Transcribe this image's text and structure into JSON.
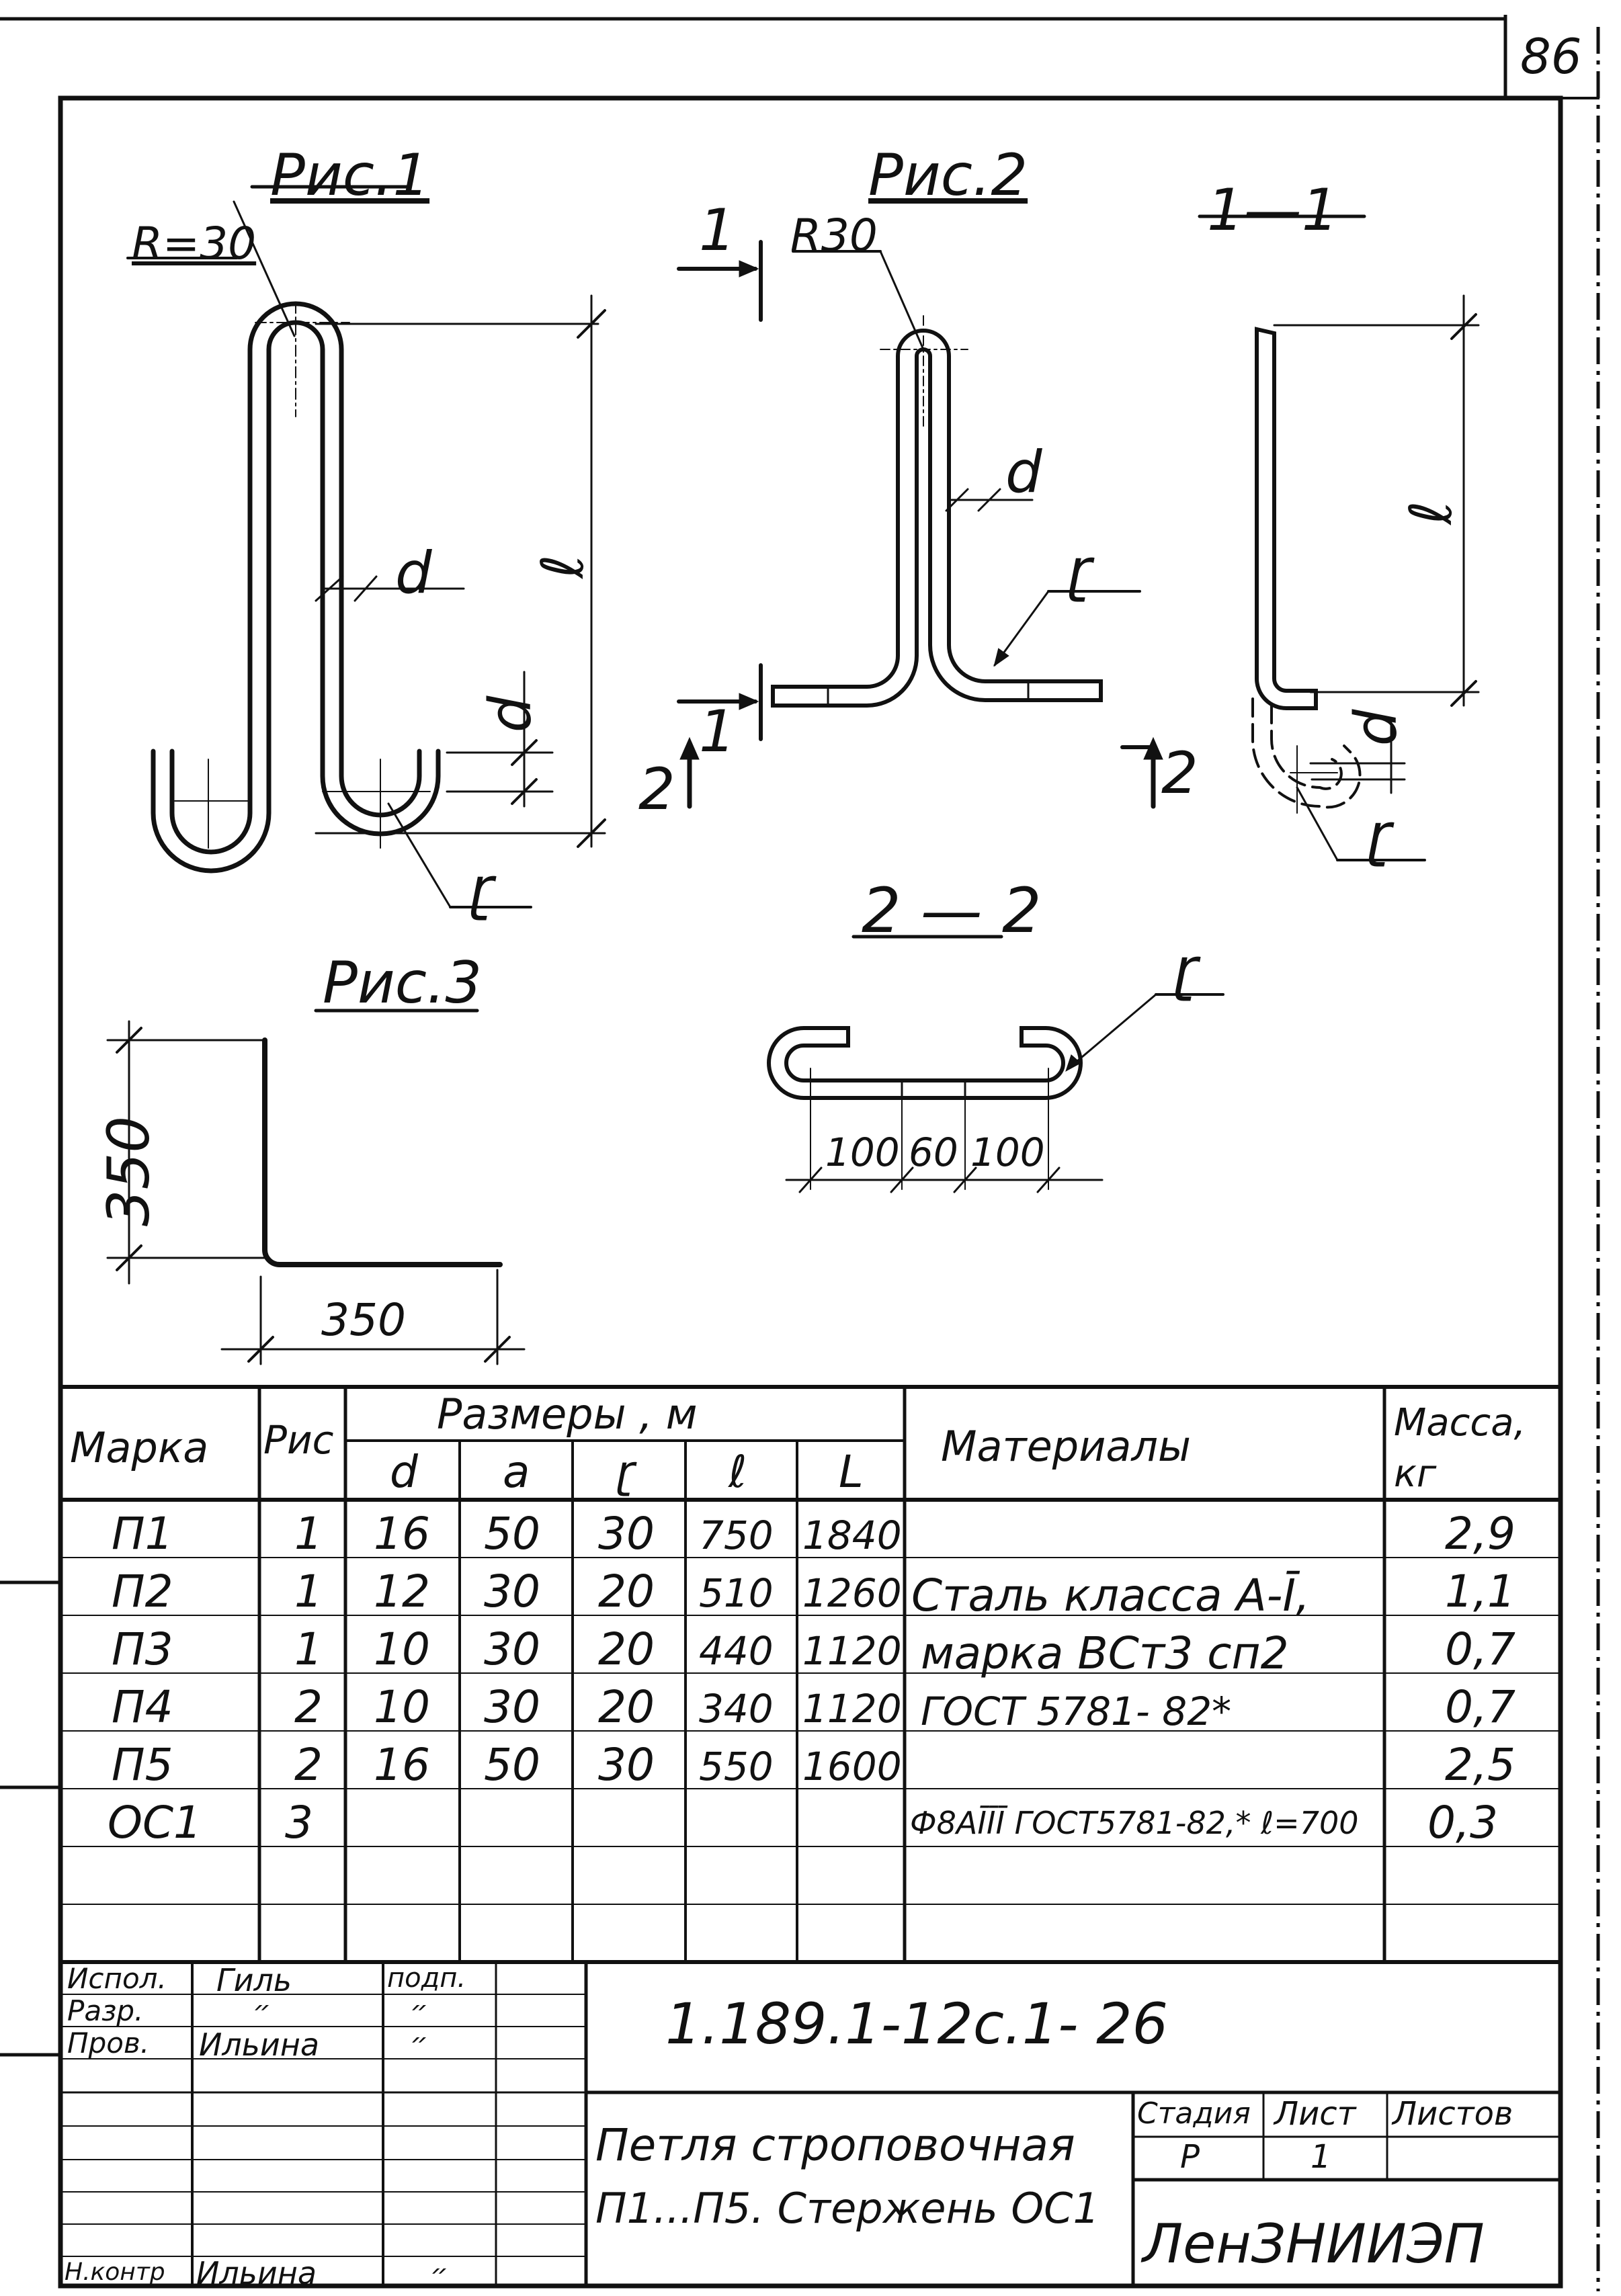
{
  "sheet_number": "86",
  "figures": {
    "fig1": {
      "title": "Рис.1",
      "radius_label": "R=30",
      "label_d1": "d",
      "label_d2": "d",
      "label_l": "ℓ",
      "label_r": "ɽ"
    },
    "fig2": {
      "title": "Рис.2",
      "radius_label": "R30",
      "label_d": "d",
      "label_r": "ɽ",
      "cut_top": "1",
      "cut_bottom": "1",
      "cut2_left": "2",
      "cut2_right": "2"
    },
    "section11": {
      "title": "1—1",
      "label_l": "ℓ",
      "label_d": "d",
      "label_r": "ɽ"
    },
    "section22": {
      "title": "2 — 2",
      "label_r": "ɽ",
      "dim_a": "100",
      "dim_b": "60",
      "dim_c": "100"
    },
    "fig3": {
      "title": "Рис.3",
      "dim_v": "350",
      "dim_h": "350"
    }
  },
  "spec_table": {
    "head": {
      "mark": "Марка",
      "fig": "Рис",
      "sizes": "Размеры , м",
      "materials": "Материалы",
      "mass": "Масса, кг"
    },
    "sub": [
      "d",
      "а",
      "ɽ",
      "ℓ",
      "L"
    ],
    "rows": [
      {
        "mark": "П1",
        "fig": "1",
        "d": "16",
        "a": "50",
        "r": "30",
        "l": "750",
        "L": "1840",
        "mass": "2,9"
      },
      {
        "mark": "П2",
        "fig": "1",
        "d": "12",
        "a": "30",
        "r": "20",
        "l": "510",
        "L": "1260",
        "mass": "1,1"
      },
      {
        "mark": "П3",
        "fig": "1",
        "d": "10",
        "a": "30",
        "r": "20",
        "l": "440",
        "L": "1120",
        "mass": "0,7"
      },
      {
        "mark": "П4",
        "fig": "2",
        "d": "10",
        "a": "30",
        "r": "20",
        "l": "340",
        "L": "1120",
        "mass": "0,7"
      },
      {
        "mark": "П5",
        "fig": "2",
        "d": "16",
        "a": "50",
        "r": "30",
        "l": "550",
        "L": "1600",
        "mass": "2,5"
      },
      {
        "mark": "ОС1",
        "fig": "3",
        "d": "",
        "a": "",
        "r": "",
        "l": "",
        "L": "",
        "mass": "0,3"
      }
    ],
    "material_lines": [
      "Сталь класса А-Ī,",
      "марка ВСт3 сп2",
      "ГОСТ 5781- 82*"
    ],
    "oc1_material": "Ф8АĪĪĪ ГОСТ5781-82,* ℓ=700"
  },
  "title_block": {
    "roles": [
      "Испол.",
      "Разр.",
      "Пров.",
      "",
      "",
      "",
      "",
      "Н.контр"
    ],
    "names": [
      "Гиль",
      "״",
      "Ильина",
      "",
      "",
      "",
      "",
      "Ильина"
    ],
    "sign_head": "подп.",
    "signs": [
      "",
      "״",
      "״",
      "",
      "",
      "",
      "",
      "״"
    ],
    "doc_code": "1.189.1-12с.1- 26",
    "name_line1": "Петля строповочная",
    "name_line2": "П1...П5. Стержень ОС1",
    "stage_head": "Стадия",
    "sheet_head": "Лист",
    "sheets_head": "Листов",
    "stage": "Р",
    "sheet": "1",
    "sheets": "",
    "org": "ЛенЗНИИЭП"
  }
}
